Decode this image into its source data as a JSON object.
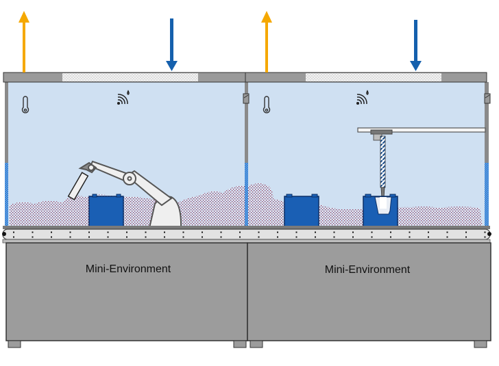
{
  "diagram": {
    "title": "Two mini-environment cells with top air exhaust and filtered inflow",
    "colors": {
      "exhaust_arrow": "#f5a800",
      "inflow_arrow": "#1560ad",
      "chamber_fill": "#cfe0f2",
      "frame": "#9a9a9a",
      "frame_dark": "#555555",
      "cabinet": "#9c9c9c",
      "workpiece": "#1a5fb4",
      "robot": "#efefef",
      "particles": "#9b3b5b"
    },
    "cells": [
      {
        "id": "left",
        "cabinet_label": "Mini-Environment",
        "icons": [
          "thermometer-icon",
          "humidity-sensor-icon"
        ],
        "airflow": {
          "exhaust": "up",
          "inflow": "down"
        },
        "equipment": "articulated-robot-arm",
        "workpieces": 1
      },
      {
        "id": "right",
        "cabinet_label": "Mini-Environment",
        "icons": [
          "thermometer-icon",
          "humidity-sensor-icon"
        ],
        "airflow": {
          "exhaust": "up",
          "inflow": "down"
        },
        "equipment": "gantry-linear-axis-with-spindle",
        "workpieces": 2
      }
    ]
  }
}
